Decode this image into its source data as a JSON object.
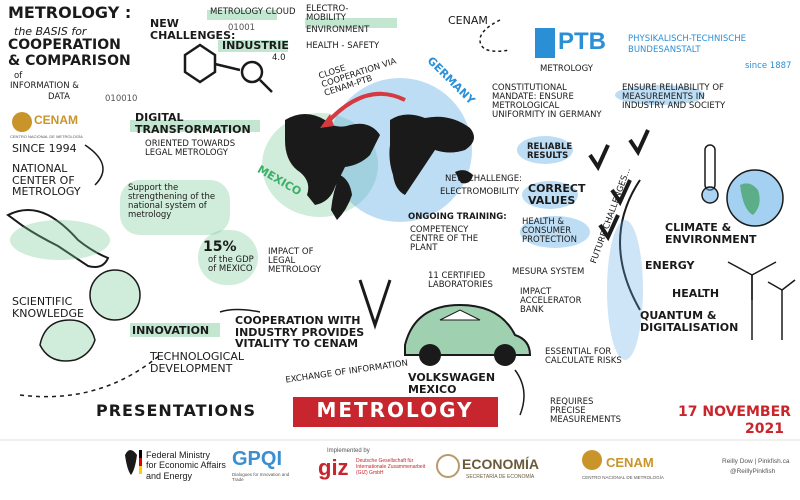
{
  "colors": {
    "green": "#3fae6a",
    "blue": "#2b8fd6",
    "red_banner": "#c8262e",
    "gold": "#c9952b",
    "ink": "#1a1a1a"
  },
  "header": {
    "metrology_title": "METROLOGY :",
    "basis": "the BASIS for",
    "cooperation": "COOPERATION",
    "comparison": "& COMPARISON",
    "of_info": "of",
    "information": "INFORMATION &",
    "data": "DATA"
  },
  "challenges": {
    "label": "NEW CHALLENGES:",
    "metrology_cloud": "METROLOGY CLOUD",
    "industrie": "INDUSTRIE",
    "industrie_version": "4.0",
    "electromobility": "ELECTRO-MOBILITY",
    "environment": "ENVIRONMENT",
    "health_safety": "HEALTH - SAFETY",
    "binary": "01001",
    "binary2": "010010"
  },
  "cenam": {
    "logo_name": "CENAM",
    "logo_sub": "CENTRO NACIONAL DE METROLOGÍA",
    "since": "SINCE 1994",
    "national": "NATIONAL CENTER of METROLOGY",
    "digital": "DIGITAL TRANSFORMATION",
    "oriented": "ORIENTED TOWARDS LEGAL METROLOGY",
    "support": "Support the strengthening of the national system of metrology",
    "gdp_pct": "15%",
    "gdp_text": "of the GDP of MEXICO",
    "impact": "IMPACT of LEGAL METROLOGY"
  },
  "map": {
    "close": "CLOSE COOPERATION VIA CENAM-PTB",
    "germany": "GERMANY",
    "mexico": "MEXICO",
    "new_challenge": "NEW CHALLENGE:",
    "electromobility": "ELECTROMOBILITY"
  },
  "ptb": {
    "cenam_label": "CENAM",
    "logo": "PTB",
    "name_line1": "PHYSIKALISCH-TECHNISCHE",
    "name_line2": "BUNDESANSTALT",
    "since": "since 1887",
    "metrology": "METROLOGY",
    "constitutional": "CONSTITUTIONAL MANDATE: ENSURE METROLOGICAL UNIFORMITY in GERMANY",
    "ensure": "ENSURE RELIABILITY of MEASUREMENTS in INDUSTRY and SOCIETY",
    "reliable": "RELIABLE RESULTS",
    "correct": "CORRECT VALUES",
    "health": "HEALTH & CONSUMER PROTECTION"
  },
  "training": {
    "ongoing": "ONGOING TRAINING:",
    "competency": "COMPETENCY CENTRE of the PLANT",
    "labs": "11 CERTIFIED LABORATORIES",
    "mesura": "MESURA SYSTEM",
    "impact_bank": "IMPACT ACCELERATOR BANK"
  },
  "future": {
    "label": "FUTURE CHALLENGES...",
    "climate": "CLIMATE & ENVIRONMENT",
    "energy": "ENERGY",
    "health": "HEALTH",
    "quantum": "QUANTUM & DIGITALISATION"
  },
  "lower": {
    "scientific": "SCIENTIFIC KNOWLEDGE",
    "innovation": "INNOVATION",
    "technological": "TECHNOLOGICAL DEVELOPMENT",
    "cooperation": "COOPERATION with INDUSTRY PROVIDES VITALITY to CENAM",
    "exchange": "EXCHANGE of INFORMATION",
    "vw": "VOLKSWAGEN MEXICO",
    "essential": "ESSENTIAL for CALCULATE RISKS",
    "requires": "REQUIRES PRECISE MEASUREMENTS"
  },
  "banner": {
    "presentations": "PRESENTATIONS",
    "metrology": "METROLOGY",
    "date1": "17 NOVEMBER",
    "date2": "2021"
  },
  "footer": {
    "bmwi_1": "Federal Ministry",
    "bmwi_2": "for Economic Affairs",
    "bmwi_3": "and Energy",
    "gpqi": "GPQI",
    "gpqi_sub": "Dialogues for Innovation and Trade",
    "giz_impl": "Implemented by",
    "giz": "giz",
    "giz_sub": "Deutsche Gesellschaft für Internationale Zusammenarbeit (GIZ) GmbH",
    "economia": "ECONOMÍA",
    "economia_sub": "SECRETARÍA DE ECONOMÍA",
    "cenam": "CENAM",
    "cenam_sub": "CENTRO NACIONAL DE METROLOGÍA",
    "credit1": "Reilly Dow | Pinkfish.ca",
    "credit2": "@ReillyPinkfish"
  }
}
